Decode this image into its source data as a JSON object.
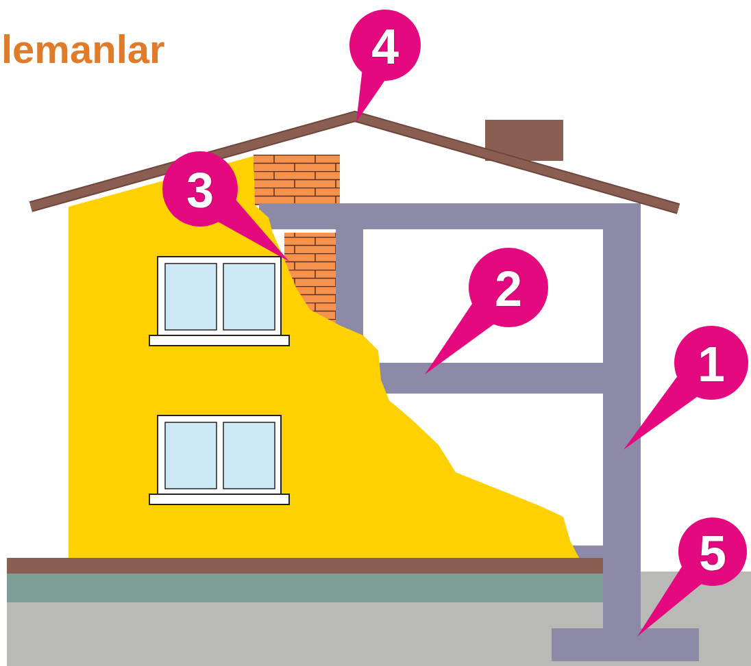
{
  "diagram": {
    "title": "lemanlar",
    "labels": [
      "4",
      "3",
      "2",
      "1",
      "5"
    ]
  }
}
